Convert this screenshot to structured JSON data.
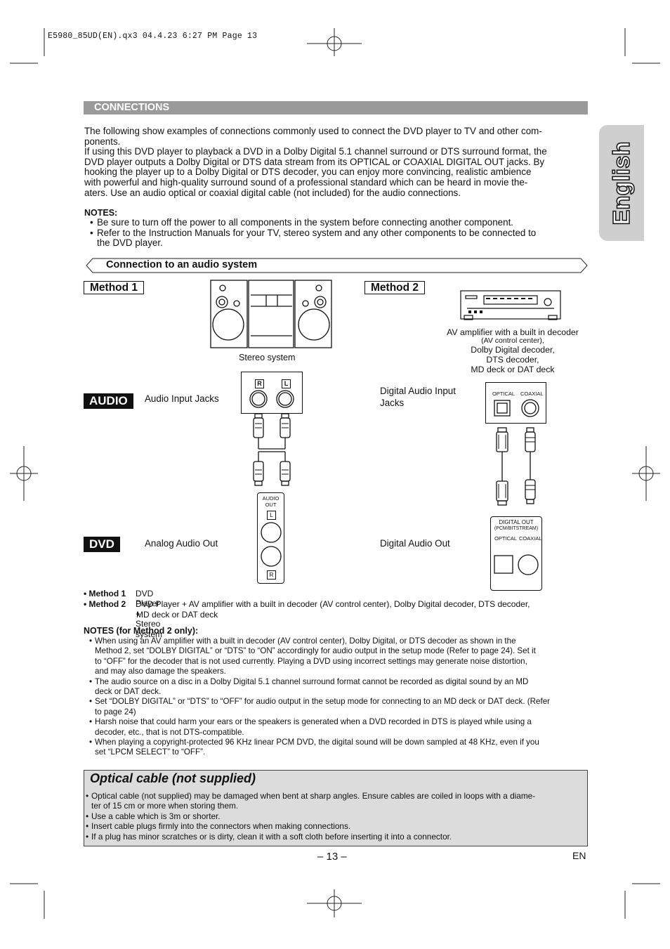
{
  "slug": "E5980_85UD(EN).qx3  04.4.23  6:27 PM  Page 13",
  "side_tab": "English",
  "section_header": "CONNECTIONS",
  "intro": [
    "The following show examples of connections commonly used to connect the DVD player to TV and other com-",
    "ponents.",
    "If using this DVD player to playback a DVD in a Dolby Digital 5.1 channel surround or DTS surround format, the",
    "DVD player outputs a Dolby Digital or DTS data stream from its OPTICAL or COAXIAL DIGITAL OUT jacks. By",
    "hooking the player up to a Dolby Digital or DTS decoder, you can enjoy more convincing, realistic ambience",
    "with powerful and high-quality surround sound of a professional standard which can be heard in movie the-",
    "aters. Use an audio optical or coaxial digital cable (not included) for the audio connections."
  ],
  "notes": {
    "heading": "NOTES:",
    "items": [
      [
        "Be sure to turn off the power to all components in the system before connecting another component."
      ],
      [
        "Refer to the Instruction Manuals for your TV, stereo system and any other components to be connected to",
        "the DVD player."
      ]
    ]
  },
  "subsection": "Connection to an audio system",
  "diagram": {
    "method1_label": "Method 1",
    "method2_label": "Method 2",
    "stereo_caption": "Stereo system",
    "av_caption": {
      "line1": "AV amplifier with a built in decoder",
      "line2": "(AV control center),",
      "line3": "Dolby Digital decoder,",
      "line4": "DTS decoder,",
      "line5": "MD deck or DAT deck"
    },
    "audio_badge": "AUDIO",
    "audio_input_jacks": "Audio Input Jacks",
    "digital_input_jacks_1": "Digital Audio Input",
    "digital_input_jacks_2": "Jacks",
    "jack_r": "R",
    "jack_l": "L",
    "optical_jack": "OPTICAL",
    "coaxial_jack": "COAXIAL",
    "dvd_badge": "DVD",
    "analog_audio_out": "Analog Audio Out",
    "digital_audio_out": "Digital Audio Out",
    "audio_out_panel_1": "AUDIO",
    "audio_out_panel_2": "OUT",
    "digital_out_panel_1": "DIGITAL OUT",
    "digital_out_panel_2": "(PCM/BITSTREAM)",
    "digital_out_optical": "OPTICAL",
    "digital_out_coaxial": "COAXIAL"
  },
  "methods": [
    {
      "label": "• Method 1",
      "text": "DVD Player + Stereo system"
    },
    {
      "label": "• Method 2",
      "text": "DVD Player + AV amplifier with a built in decoder (AV control center), Dolby Digital decoder, DTS decoder,",
      "text2": "MD deck or DAT deck"
    }
  ],
  "notes2": {
    "heading": "NOTES (for Method 2 only):",
    "items": [
      [
        "When using an AV amplifier with a built in decoder (AV control center), Dolby Digital, or DTS decoder as shown in the",
        "Method 2, set “DOLBY DIGITAL” or “DTS” to “ON” accordingly for audio output in the setup mode (Refer to page 24). Set it",
        "to “OFF” for the decoder that is not used currently. Playing a DVD using incorrect settings may generate noise distortion,",
        "and may also damage the speakers."
      ],
      [
        "The audio source on a disc in a Dolby Digital 5.1 channel surround format cannot be recorded as digital sound by an MD",
        "deck or DAT deck."
      ],
      [
        "Set “DOLBY DIGITAL” or “DTS” to “OFF” for audio output in the setup mode for connecting to an MD deck or DAT deck. (Refer",
        "to page 24)"
      ],
      [
        "Harsh noise that could harm your ears or the speakers is generated when a DVD recorded in DTS is played while using a",
        "decoder, etc., that is not DTS-compatible."
      ],
      [
        "When playing a copyright-protected 96 KHz linear PCM DVD, the digital sound will be down sampled at 48 KHz, even if you",
        "set “LPCM SELECT” to “OFF”."
      ]
    ]
  },
  "optical": {
    "title": "Optical cable (not supplied)",
    "items": [
      [
        "Optical cable (not supplied) may be damaged when bent at sharp angles. Ensure cables are coiled in loops with a diame-",
        "ter of 15 cm or more when storing them."
      ],
      [
        "Use a cable which is 3m or shorter."
      ],
      [
        "Insert cable plugs firmly into the connectors when making connections."
      ],
      [
        "If a plug has minor scratches or is dirty, clean it with a soft cloth before inserting it into a connector."
      ]
    ]
  },
  "page_number": "– 13 –",
  "lang_code": "EN"
}
